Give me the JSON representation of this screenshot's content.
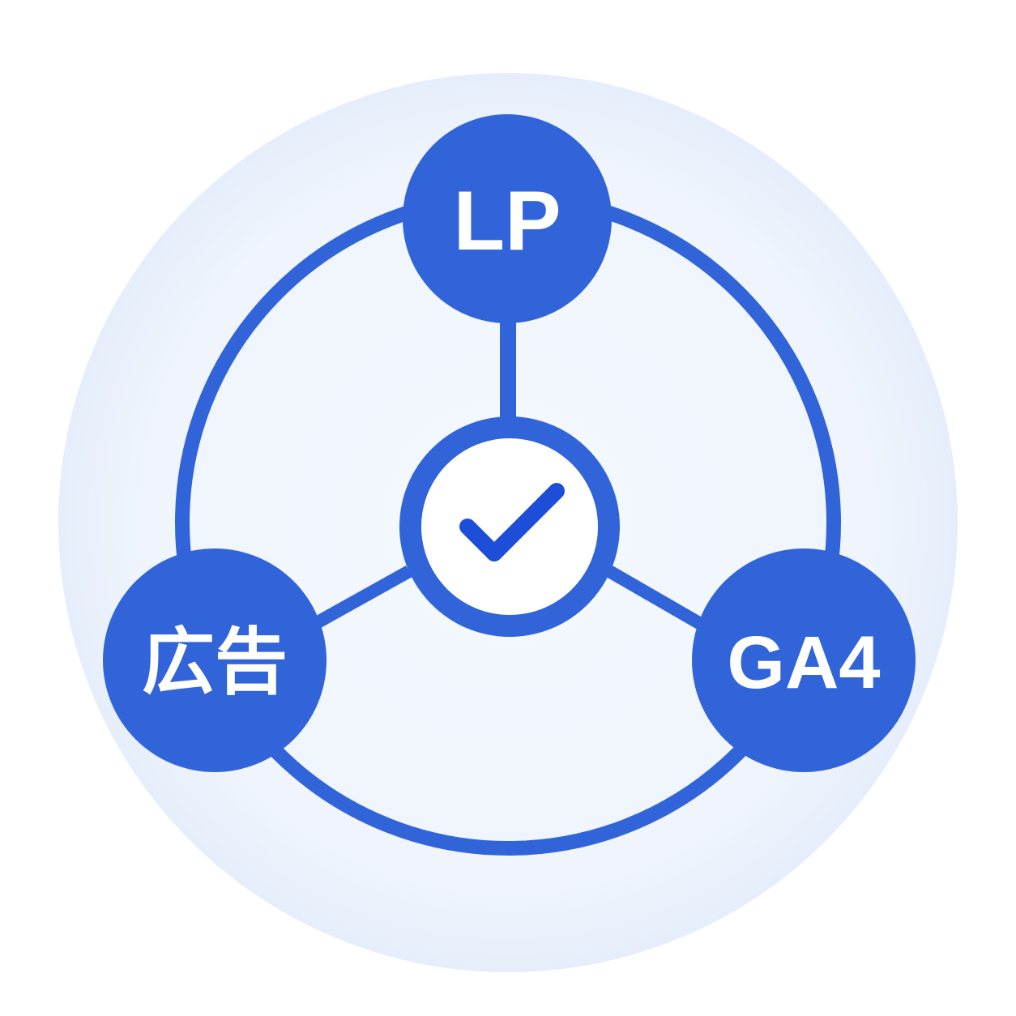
{
  "colors": {
    "accent": "#3164D8",
    "check": "#1D4ED8",
    "halo_inner": "#F3F7FD",
    "halo_outer": "#E4ECFA",
    "center_fill": "#FFFFFF"
  },
  "nodes": {
    "top": {
      "label": "LP"
    },
    "left": {
      "label": "広告"
    },
    "right": {
      "label": "GA4"
    }
  },
  "center": {
    "icon": "check-icon"
  }
}
